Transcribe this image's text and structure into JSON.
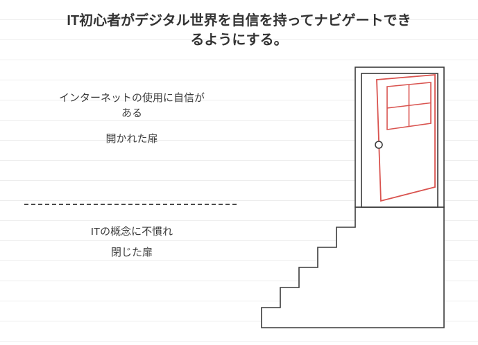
{
  "title": "IT初心者がデジタル世界を自信を持ってナビゲートできるようにする。",
  "upper": {
    "text": "インターネットの使用に自信がある",
    "label": "開かれた扉"
  },
  "lower": {
    "text": "ITの概念に不慣れ",
    "label": "閉じた扉"
  },
  "colors": {
    "accent_red": "#d9534f",
    "outline": "#3a3a3a",
    "text": "#3c3c3c",
    "ruled_line": "#ededed"
  },
  "illustration": {
    "icon": "open-door-on-staircase-icon",
    "parts": [
      "door-frame",
      "open-door",
      "door-window",
      "doorknob",
      "staircase"
    ]
  }
}
